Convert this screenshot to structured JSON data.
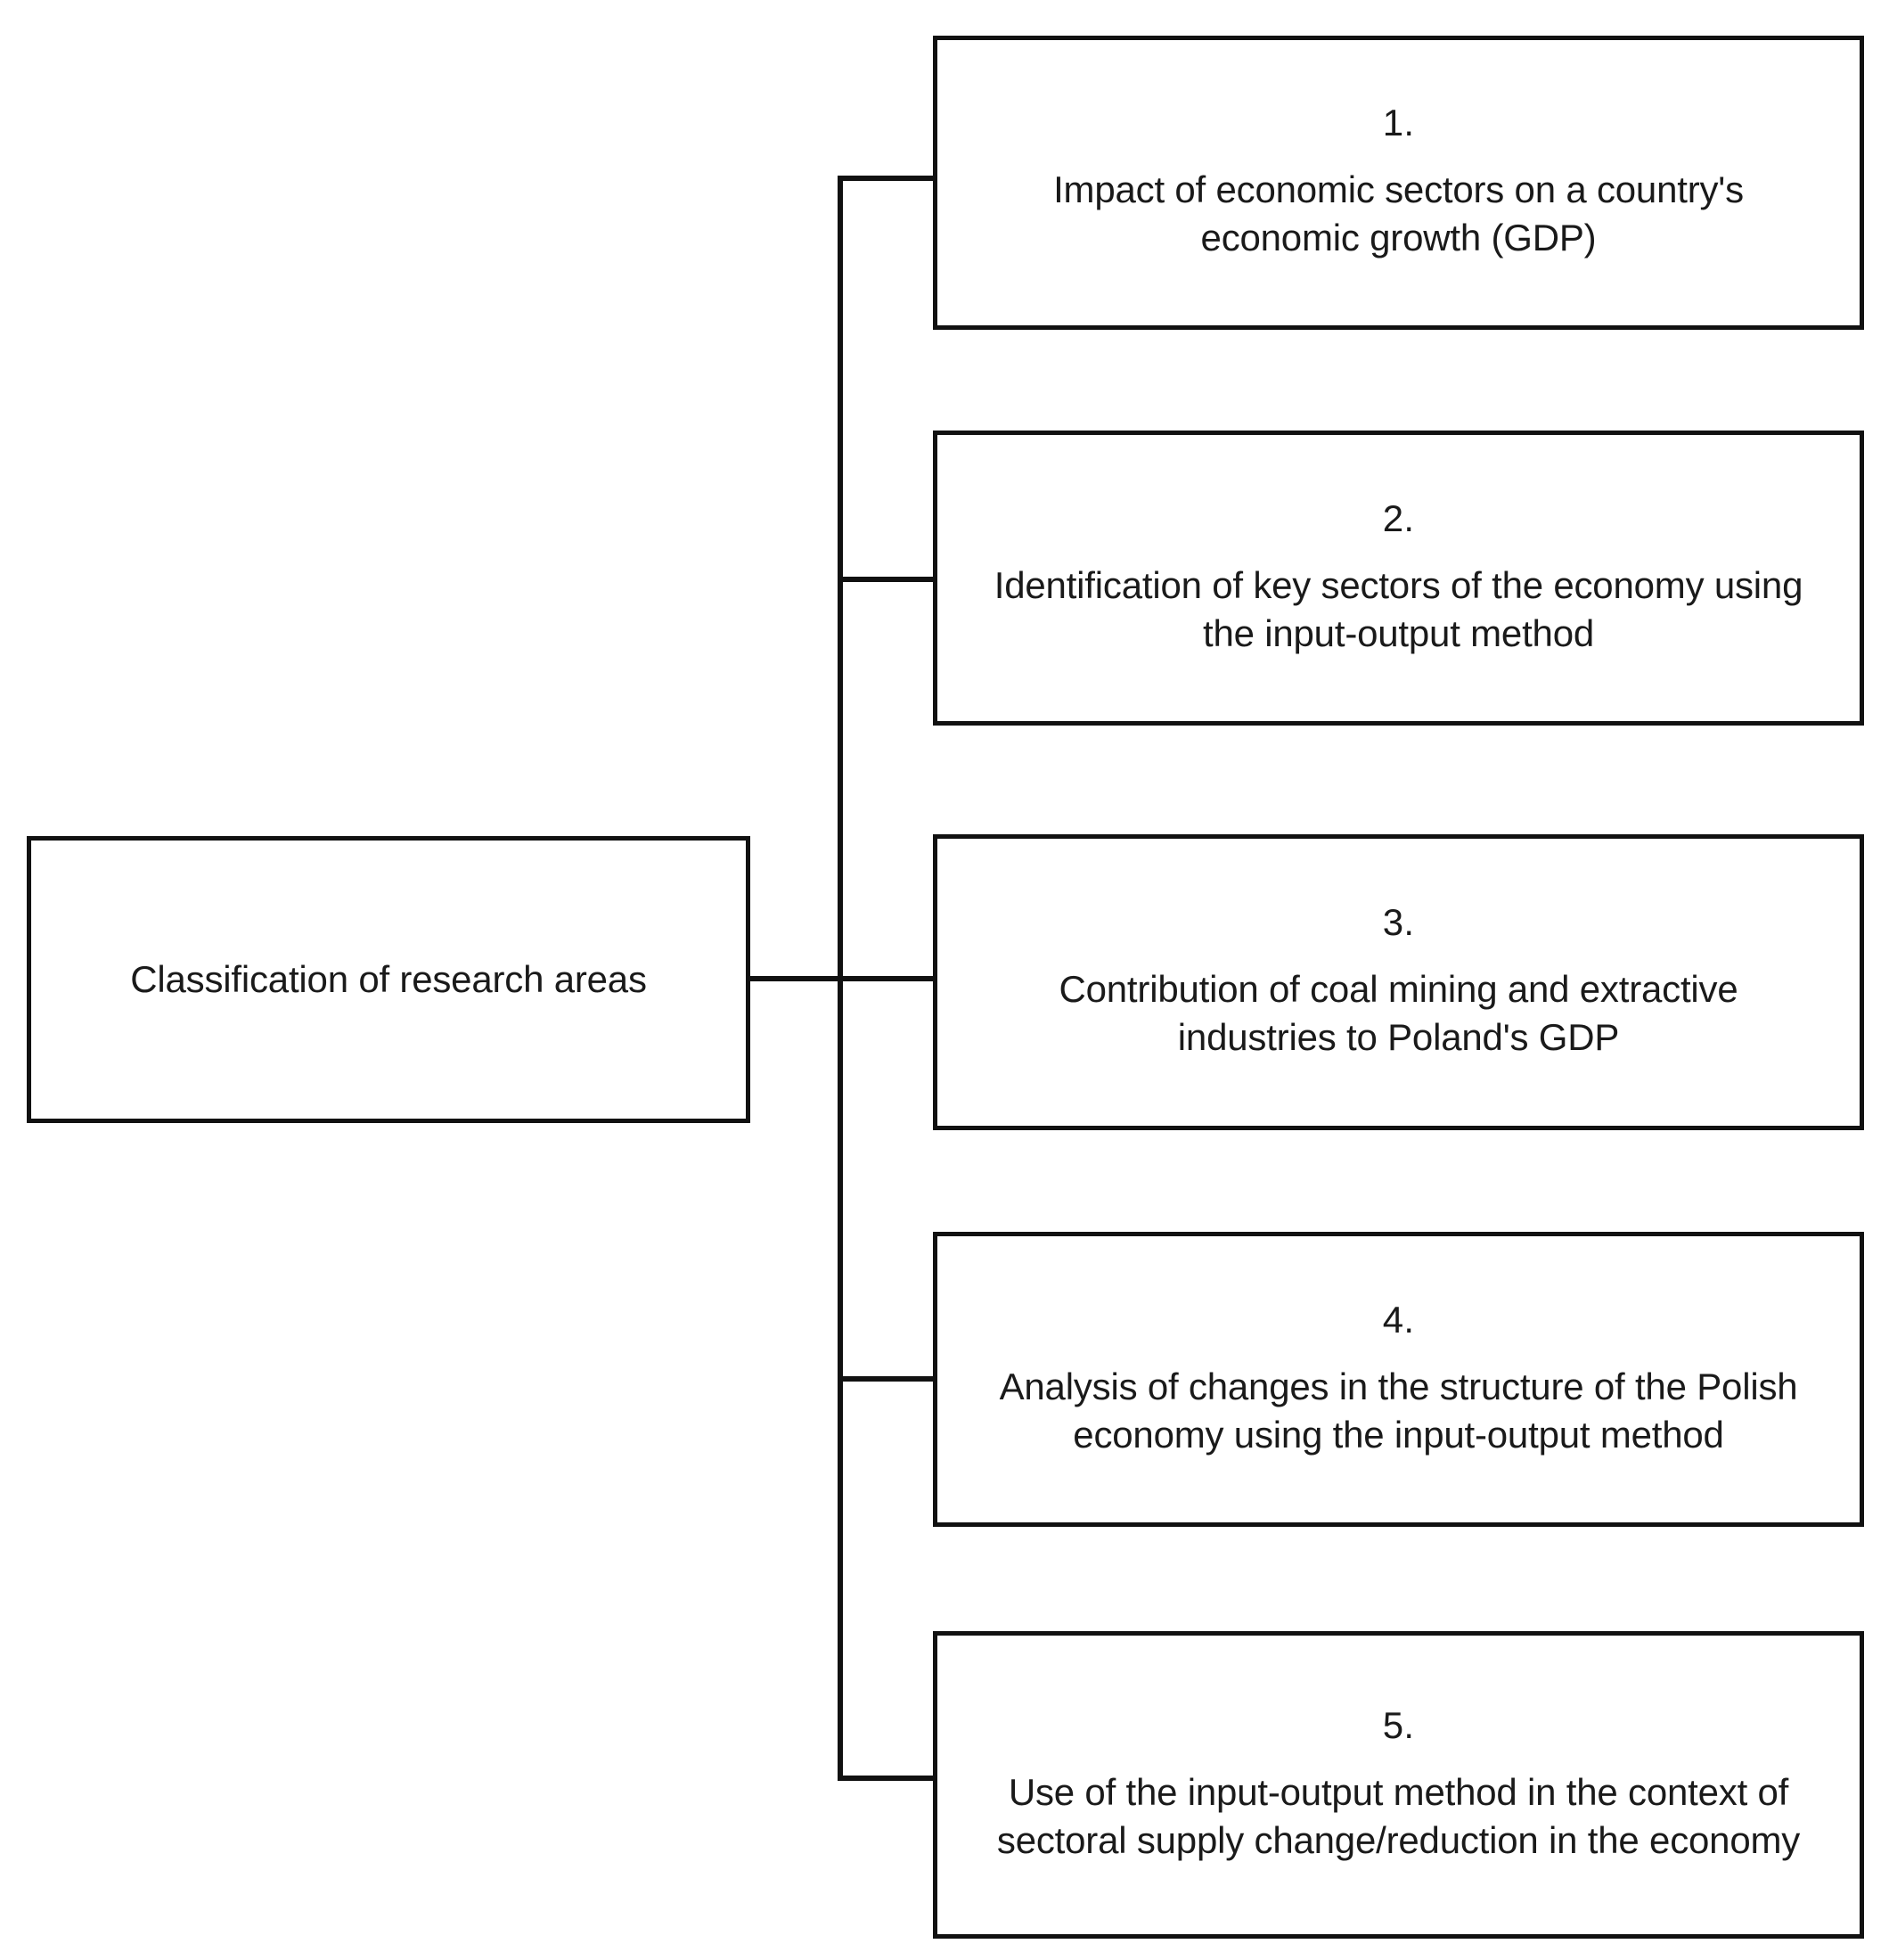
{
  "diagram": {
    "type": "tree",
    "orientation": "left-to-right",
    "root": {
      "label": "Classification of research areas"
    },
    "branches": [
      {
        "number": "1.",
        "label": "Impact of economic sectors on a country's\neconomic growth (GDP)"
      },
      {
        "number": "2.",
        "label": "Identification of key sectors of the economy using\nthe input-output method"
      },
      {
        "number": "3.",
        "label": "Contribution of coal mining and extractive\nindustries to Poland's GDP"
      },
      {
        "number": "4.",
        "label": "Analysis of changes in the structure of the Polish\neconomy using the input-output method"
      },
      {
        "number": "5.",
        "label": "Use of the input-output method in the context of\nsectoral supply change/reduction in the economy"
      }
    ],
    "colors": {
      "background": "#ffffff",
      "border": "#111111",
      "text": "#1a1a1a"
    }
  }
}
